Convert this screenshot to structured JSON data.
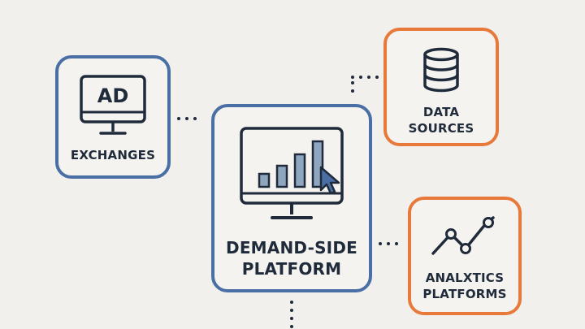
{
  "nodes": {
    "ad_exchanges": {
      "icon_text": "AD",
      "label": "EXCHANGES"
    },
    "dsp": {
      "line1": "DEMAND-SIDE",
      "line2": "PLATFORM"
    },
    "data_sources": {
      "line1": "DATA",
      "line2": "SOURCES"
    },
    "analytics": {
      "line1": "ANALXTICS",
      "line2": "PLATFORMS"
    }
  },
  "icons": [
    "monitor-icon",
    "bar-chart-monitor-icon",
    "cursor-icon",
    "database-icon",
    "line-chart-icon"
  ],
  "colors": {
    "background": "#f2f0ec",
    "blue": "#4a6fa5",
    "orange": "#e7793b",
    "ink": "#1f2a3a",
    "bar_fill": "#8fa6bf"
  }
}
